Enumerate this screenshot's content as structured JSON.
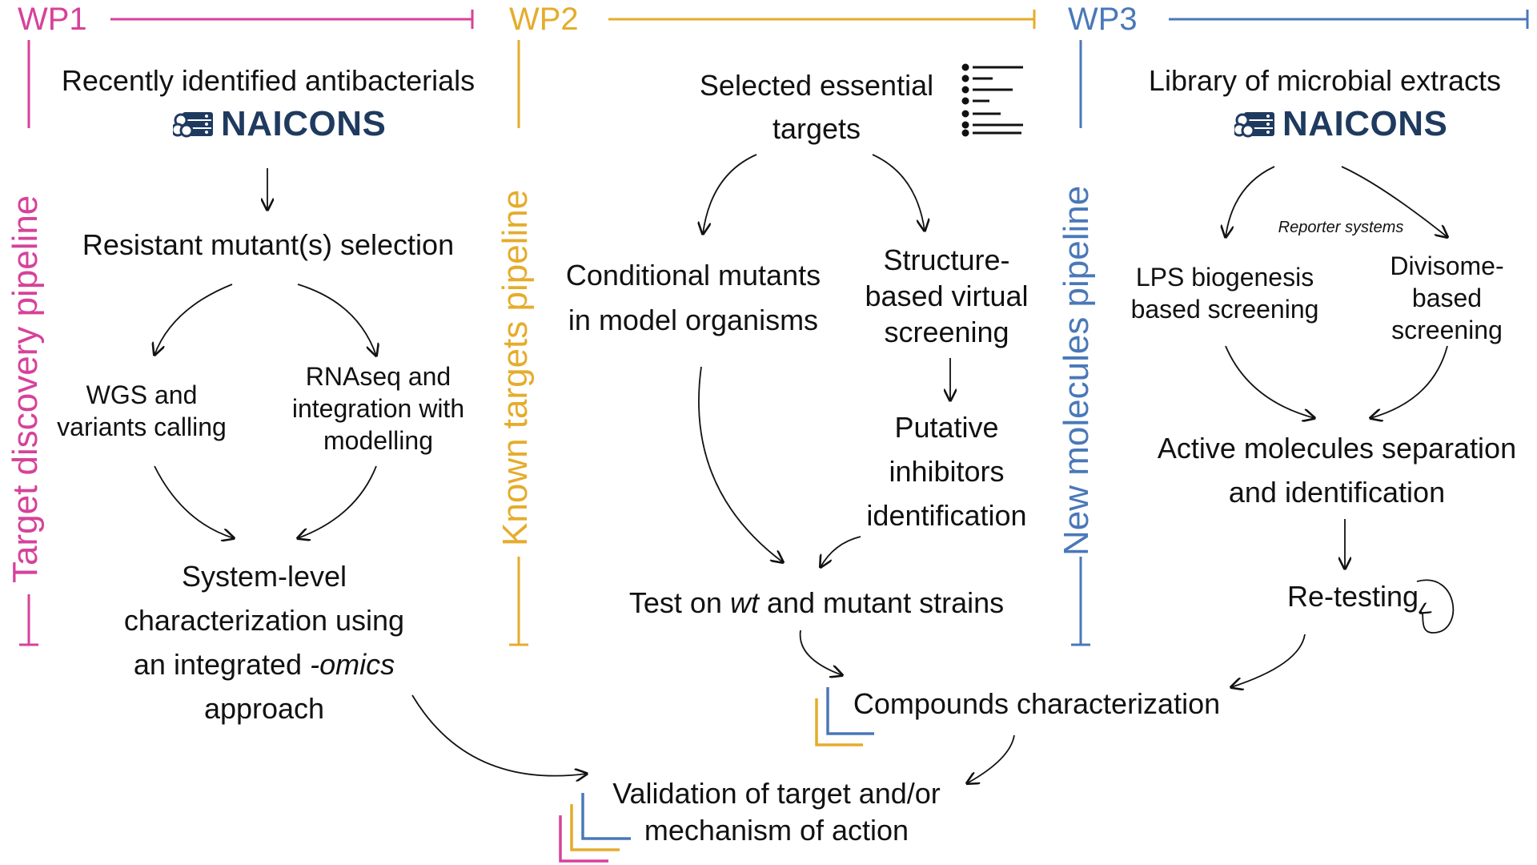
{
  "colors": {
    "wp1": "#d6429a",
    "wp2": "#e5ac2c",
    "wp3": "#4a78b8",
    "brand": "#1f3a5f",
    "text": "#111111"
  },
  "workpackages": {
    "wp1": {
      "label": "WP1",
      "pipeline": "Target discovery pipeline"
    },
    "wp2": {
      "label": "WP2",
      "pipeline": "Known targets pipeline"
    },
    "wp3": {
      "label": "WP3",
      "pipeline": "New molecules pipeline"
    }
  },
  "brand": {
    "name": "NAICONS",
    "icon": "database-molecule-icon"
  },
  "wp1": {
    "source": "Recently identified antibacterials",
    "selection": "Resistant mutant(s) selection",
    "wgs": [
      "WGS and",
      "variants calling"
    ],
    "rnaseq": [
      "RNAseq and",
      "integration with",
      "modelling"
    ],
    "system": [
      "System-level",
      "characterization using"
    ],
    "system_line3_a": "an integrated ",
    "system_line3_b": "-omics",
    "system_line4": "approach"
  },
  "wp2": {
    "targets": [
      "Selected essential",
      "targets"
    ],
    "conditional": [
      "Conditional mutants",
      "in model organisms"
    ],
    "structure": [
      "Structure-",
      "based virtual",
      "screening"
    ],
    "putative": [
      "Putative",
      "inhibitors",
      "identification"
    ],
    "test_a": "Test on ",
    "test_b": "wt",
    "test_c": " and mutant strains",
    "list_icon": "list-icon"
  },
  "wp3": {
    "library": "Library of microbial extracts",
    "reporter": "Reporter systems",
    "lps": [
      "LPS biogenesis",
      "based screening"
    ],
    "divisome": [
      "Divisome-",
      "based",
      "screening"
    ],
    "active": [
      "Active molecules separation",
      "and identification"
    ],
    "retesting": "Re-testing"
  },
  "shared": {
    "compounds": "Compounds characterization",
    "validation": [
      "Validation of target and/or",
      "mechanism of action"
    ]
  }
}
